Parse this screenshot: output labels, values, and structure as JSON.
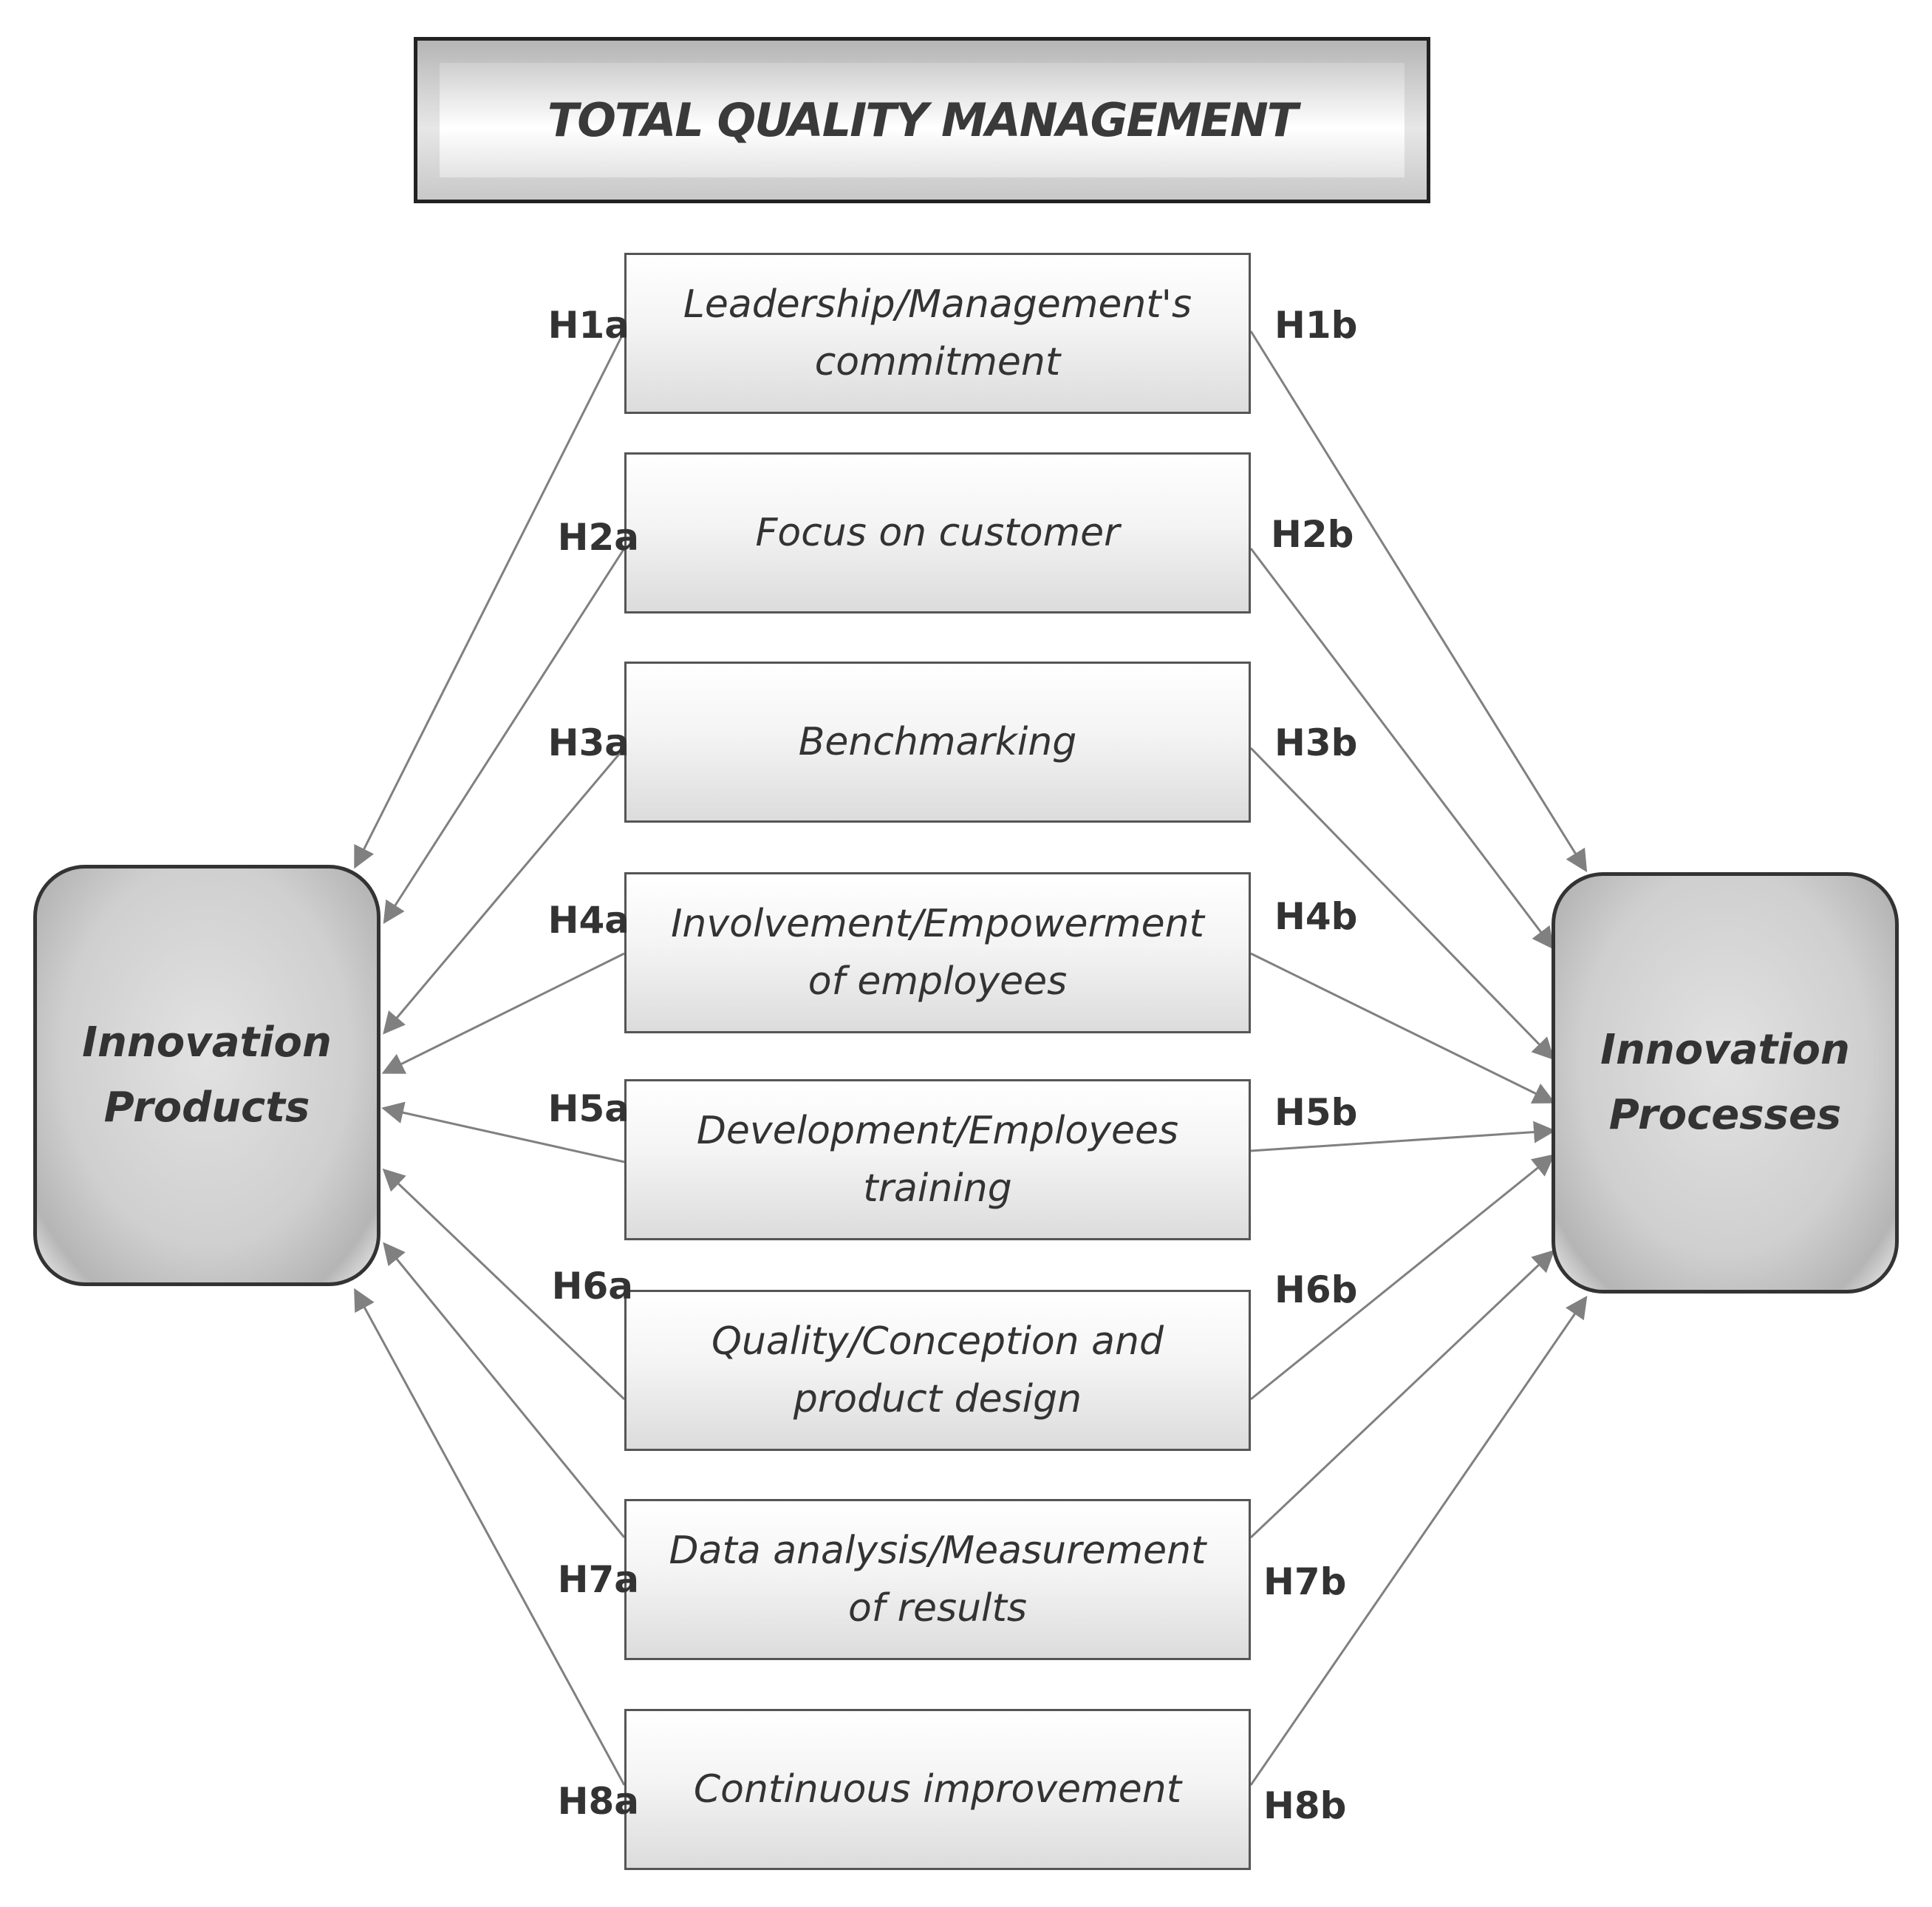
{
  "title": "TOTAL QUALITY MANAGEMENT",
  "factors": [
    {
      "label": "Leadership/Management's commitment",
      "lines": [
        "Leadership/Management's",
        "commitment"
      ],
      "left_hypothesis": "H1a",
      "right_hypothesis": "H1b"
    },
    {
      "label": "Focus on customer",
      "lines": [
        "Focus on customer"
      ],
      "left_hypothesis": "H2a",
      "right_hypothesis": "H2b"
    },
    {
      "label": "Benchmarking",
      "lines": [
        "Benchmarking"
      ],
      "left_hypothesis": "H3a",
      "right_hypothesis": "H3b"
    },
    {
      "label": "Involvement/Empowerment of employees",
      "lines": [
        "Involvement/Empowerment",
        "of employees"
      ],
      "left_hypothesis": "H4a",
      "right_hypothesis": "H4b"
    },
    {
      "label": "Development/Employees training",
      "lines": [
        "Development/Employees",
        "training"
      ],
      "left_hypothesis": "H5a",
      "right_hypothesis": "H5b"
    },
    {
      "label": "Quality/Conception and product design",
      "lines": [
        "Quality/Conception and",
        "product design"
      ],
      "left_hypothesis": "H6a",
      "right_hypothesis": "H6b"
    },
    {
      "label": "Data analysis/Measurement of results",
      "lines": [
        "Data analysis/Measurement",
        "of results"
      ],
      "left_hypothesis": "H7a",
      "right_hypothesis": "H7b"
    },
    {
      "label": "Continuous improvement",
      "lines": [
        "Continuous improvement"
      ],
      "left_hypothesis": "H8a",
      "right_hypothesis": "H8b"
    }
  ],
  "outcomes": {
    "products": {
      "lines": [
        "Innovation",
        "Products"
      ]
    },
    "processes": {
      "lines": [
        "Innovation",
        "Processes"
      ]
    }
  },
  "colors": {
    "arrow": "#808080",
    "border": "#333333",
    "text": "#333333"
  }
}
